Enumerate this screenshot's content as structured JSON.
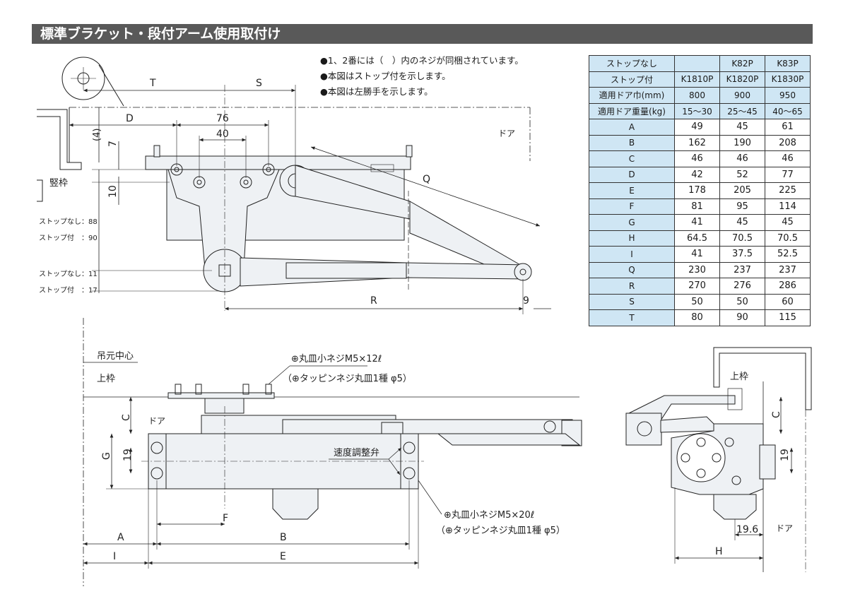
{
  "title": "標準ブラケット・段付アーム使用取付け",
  "notes": [
    "●1、2番には（　）内のネジが同梱されています。",
    "●本図はストップ付を示します。",
    "●本図は左勝手を示します。"
  ],
  "table": {
    "header_rows": [
      [
        "ストップなし",
        "",
        "K82P",
        "K83P"
      ],
      [
        "ストップ付",
        "K1810P",
        "K1820P",
        "K1830P"
      ],
      [
        "適用ドア巾(mm)",
        "800",
        "900",
        "950"
      ],
      [
        "適用ドア重量(kg)",
        "15〜30",
        "25〜45",
        "40〜65"
      ]
    ],
    "rows": [
      [
        "A",
        "49",
        "45",
        "61"
      ],
      [
        "B",
        "162",
        "190",
        "208"
      ],
      [
        "C",
        "46",
        "46",
        "46"
      ],
      [
        "D",
        "42",
        "52",
        "77"
      ],
      [
        "E",
        "178",
        "205",
        "225"
      ],
      [
        "F",
        "81",
        "95",
        "114"
      ],
      [
        "G",
        "41",
        "45",
        "45"
      ],
      [
        "H",
        "64.5",
        "70.5",
        "70.5"
      ],
      [
        "I",
        "41",
        "37.5",
        "52.5"
      ],
      [
        "Q",
        "230",
        "237",
        "237"
      ],
      [
        "R",
        "270",
        "276",
        "286"
      ],
      [
        "S",
        "50",
        "50",
        "60"
      ],
      [
        "T",
        "80",
        "90",
        "115"
      ]
    ]
  },
  "top_view": {
    "dim_T": "T",
    "dim_S": "S",
    "dim_D": "D",
    "dim_76": "76",
    "dim_40": "40",
    "dim_4": "(4)",
    "dim_7": "7",
    "dim_10": "10",
    "dim_Q": "Q",
    "dim_R": "R",
    "dim_9": "9",
    "door": "ドア",
    "frame": "竪枠",
    "stop_none_88": "ストップなし：88",
    "stop_with_90": "ストップ付　：90",
    "stop_none_11": "ストップなし：11",
    "stop_with_17": "ストップ付　：17"
  },
  "front_view": {
    "hinge_center": "吊元中心",
    "upper_frame": "上枠",
    "screw_top_1": "⊕丸皿小ネジM5×12ℓ",
    "screw_top_2": "（⊕タッピンネジ丸皿1種 φ5）",
    "screw_bottom_1": "⊕丸皿小ネジM5×20ℓ",
    "screw_bottom_2": "（⊕タッピンネジ丸皿1種 φ5）",
    "speed_valve": "速度調整弁",
    "door": "ドア",
    "dim_C": "C",
    "dim_G": "G",
    "dim_19": "19",
    "dim_F": "F",
    "dim_A": "A",
    "dim_B": "B",
    "dim_I": "I",
    "dim_E": "E"
  },
  "side_view": {
    "upper_frame": "上枠",
    "dim_C": "C",
    "dim_19": "19",
    "dim_19_6": "19.6",
    "dim_H": "H",
    "door": "ドア"
  },
  "colors": {
    "title_bg": "#595959",
    "table_header": "#cfe6f4",
    "part_fill": "#eef1f4"
  }
}
